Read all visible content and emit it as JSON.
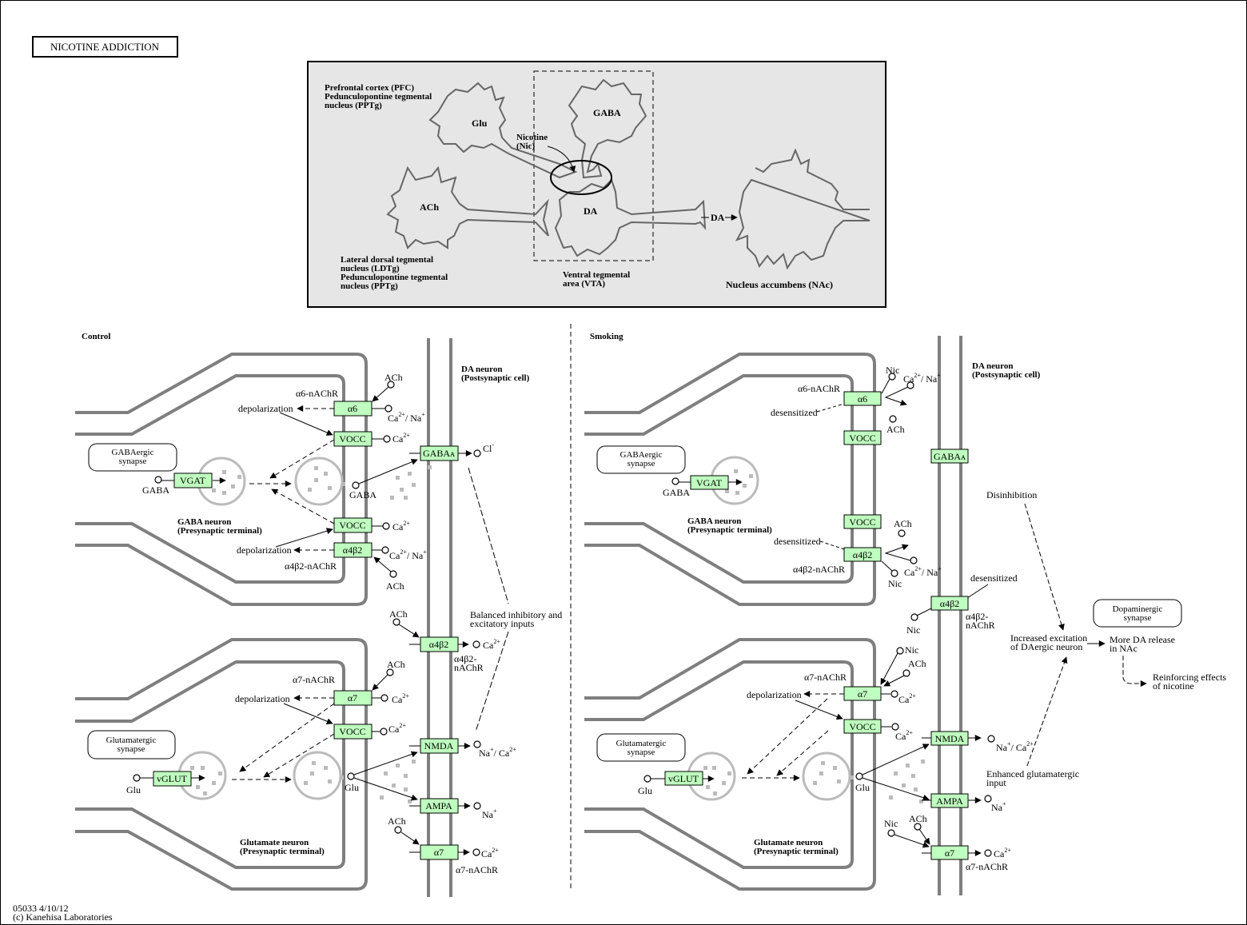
{
  "title": "NICOTINE  ADDICTION",
  "footer": {
    "id_date": "05033 4/10/12",
    "copyright": "(c) Kanehisa Laboratories"
  },
  "colors": {
    "gene_box": "#bfffbf",
    "overview_bg": "#e6e6e6",
    "membrane": "#7f7f7f"
  },
  "overview": {
    "pfc_label": [
      "Prefrontal cortex (PFC)",
      "Pedunculopontine tegmental",
      "nucleus (PPTg)"
    ],
    "ldtg_label": [
      "Lateral dorsal tegmental",
      "nucleus (LDTg)",
      "Pedunculopontine tegmental",
      "nucleus (PPTg)"
    ],
    "vta_label": [
      "Ventral tegmental",
      "area (VTA)"
    ],
    "nac_label": "Nucleus accumbens (NAc)",
    "neurons": {
      "glu": "Glu",
      "gaba": "GABA",
      "ach": "ACh",
      "da": "DA"
    },
    "nicotine_label": [
      "Nicotine",
      "(Nic)"
    ],
    "da_release": "DA"
  },
  "control": {
    "heading": "Control",
    "da_neuron": [
      "DA neuron",
      "(Postsynaptic cell)"
    ],
    "gaba_neuron": [
      "GABA neuron",
      "(Presynaptic terminal)"
    ],
    "glu_neuron": [
      "Glutamate neuron",
      "(Presynaptic terminal)"
    ],
    "gabaergic_synapse": [
      "GABAergic",
      "synapse"
    ],
    "glutamatergic_synapse": [
      "Glutamatergic",
      "synapse"
    ],
    "genes": {
      "a6": "α6",
      "vocc1": "VOCC",
      "vgat": "VGAT",
      "vocc2": "VOCC",
      "a4b2_pre": "α4β2",
      "gabaa": "GABAᴀ",
      "a4b2_post": "α4β2",
      "a7_pre": "α7",
      "vocc3": "VOCC",
      "vglut": "vGLUT",
      "nmda": "NMDA",
      "ampa": "AMPA",
      "a7_post": "α7"
    },
    "labels": {
      "a6_nachr": "α6-nAChR",
      "a4b2_nachr": "α4β2-nAChR",
      "a7_nachr": "α7-nAChR",
      "a4b2_nachr_post": [
        "α4β2-",
        "nAChR"
      ],
      "a7_nachr_post": "α7-nAChR",
      "depolarization": "depolarization",
      "ach": "ACh",
      "gaba": "GABA",
      "glu": "Glu",
      "ca_na": "Ca2+/ Na+",
      "ca": "Ca2+",
      "cl": "Cl-",
      "na_ca": "Na+/ Ca2+",
      "na": "Na+",
      "balanced": [
        "Balanced inhibitory and",
        "excitatory inputs"
      ]
    }
  },
  "smoking": {
    "heading": "Smoking",
    "da_neuron": [
      "DA neuron",
      "(Postsynaptic cell)"
    ],
    "gaba_neuron": [
      "GABA neuron",
      "(Presynaptic terminal)"
    ],
    "glu_neuron": [
      "Glutamate neuron",
      "(Presynaptic terminal)"
    ],
    "gabaergic_synapse": [
      "GABAergic",
      "synapse"
    ],
    "glutamatergic_synapse": [
      "Glutamatergic",
      "synapse"
    ],
    "dopaminergic_synapse": [
      "Dopaminergic",
      "synapse"
    ],
    "genes": {
      "a6": "α6",
      "vocc1": "VOCC",
      "vgat": "VGAT",
      "vocc2": "VOCC",
      "a4b2_pre": "α4β2",
      "gabaa": "GABAᴀ",
      "a4b2_post": "α4β2",
      "a7_pre": "α7",
      "vocc3": "VOCC",
      "vglut": "vGLUT",
      "nmda": "NMDA",
      "ampa": "AMPA",
      "a7_post": "α7"
    },
    "labels": {
      "a6_nachr": "α6-nAChR",
      "a4b2_nachr": "α4β2-nAChR",
      "a7_nachr": "α7-nAChR",
      "a4b2_nachr_post": [
        "α4β2-",
        "nAChR"
      ],
      "a7_nachr_post": "α7-nAChR",
      "desensitized": "desensitized",
      "depolarization": "depolarization",
      "nic": "Nic",
      "ach": "ACh",
      "gaba": "GABA",
      "glu": "Glu",
      "ca_na": "Ca2+/ Na+",
      "ca": "Ca2+",
      "na_ca": "Na+/ Ca2+",
      "na": "Na+",
      "disinhibition": "Disinhibition",
      "increased_excitation": [
        "Increased excitation",
        "of DAergic neuron"
      ],
      "more_da": [
        "More DA release",
        "in NAc"
      ],
      "reinforcing": [
        "Reinforcing effects",
        "of nicotine"
      ],
      "enhanced_glu": [
        "Enhanced glutamatergic",
        "input"
      ]
    }
  }
}
